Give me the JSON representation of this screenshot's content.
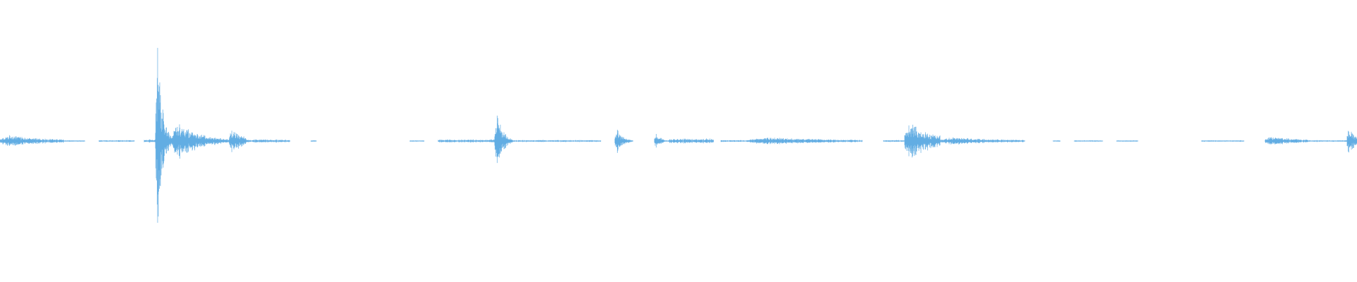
{
  "waveform": {
    "color": "#62ade3",
    "background": "#ffffff",
    "baseline": 0.0,
    "duration_s": 96.0,
    "segments": [
      {
        "start": 0.0,
        "end": 4.5,
        "amp": 0.06,
        "kind": "burst"
      },
      {
        "start": 4.5,
        "end": 6.0,
        "amp": 0.008,
        "kind": "quiet"
      },
      {
        "start": 7.0,
        "end": 9.5,
        "amp": 0.01,
        "kind": "quiet"
      },
      {
        "start": 10.2,
        "end": 11.0,
        "amp": 0.02,
        "kind": "quiet"
      },
      {
        "start": 11.0,
        "end": 12.2,
        "amp": 1.0,
        "kind": "spike"
      },
      {
        "start": 12.2,
        "end": 14.5,
        "amp": 0.22,
        "kind": "burst"
      },
      {
        "start": 14.5,
        "end": 16.2,
        "amp": 0.06,
        "kind": "burst"
      },
      {
        "start": 16.2,
        "end": 17.4,
        "amp": 0.14,
        "kind": "burst"
      },
      {
        "start": 17.4,
        "end": 20.5,
        "amp": 0.02,
        "kind": "quiet"
      },
      {
        "start": 22.0,
        "end": 22.4,
        "amp": 0.008,
        "kind": "quiet"
      },
      {
        "start": 29.0,
        "end": 30.0,
        "amp": 0.008,
        "kind": "quiet"
      },
      {
        "start": 31.0,
        "end": 35.0,
        "amp": 0.02,
        "kind": "quiet"
      },
      {
        "start": 35.0,
        "end": 36.3,
        "amp": 0.34,
        "kind": "spike"
      },
      {
        "start": 36.3,
        "end": 42.5,
        "amp": 0.012,
        "kind": "quiet"
      },
      {
        "start": 43.5,
        "end": 44.8,
        "amp": 0.14,
        "kind": "spike"
      },
      {
        "start": 46.3,
        "end": 47.3,
        "amp": 0.1,
        "kind": "spike"
      },
      {
        "start": 47.3,
        "end": 50.5,
        "amp": 0.03,
        "kind": "quiet"
      },
      {
        "start": 51.0,
        "end": 53.0,
        "amp": 0.012,
        "kind": "quiet"
      },
      {
        "start": 53.0,
        "end": 61.0,
        "amp": 0.04,
        "kind": "burst"
      },
      {
        "start": 62.5,
        "end": 64.0,
        "amp": 0.012,
        "kind": "quiet"
      },
      {
        "start": 64.0,
        "end": 66.5,
        "amp": 0.2,
        "kind": "burst"
      },
      {
        "start": 66.5,
        "end": 72.5,
        "amp": 0.04,
        "kind": "burst"
      },
      {
        "start": 74.5,
        "end": 75.0,
        "amp": 0.008,
        "kind": "quiet"
      },
      {
        "start": 76.0,
        "end": 78.0,
        "amp": 0.008,
        "kind": "quiet"
      },
      {
        "start": 79.0,
        "end": 80.5,
        "amp": 0.008,
        "kind": "quiet"
      },
      {
        "start": 85.0,
        "end": 88.0,
        "amp": 0.008,
        "kind": "quiet"
      },
      {
        "start": 89.5,
        "end": 92.5,
        "amp": 0.05,
        "kind": "burst"
      },
      {
        "start": 92.5,
        "end": 95.3,
        "amp": 0.01,
        "kind": "quiet"
      },
      {
        "start": 95.3,
        "end": 96.0,
        "amp": 0.16,
        "kind": "burst"
      }
    ]
  }
}
